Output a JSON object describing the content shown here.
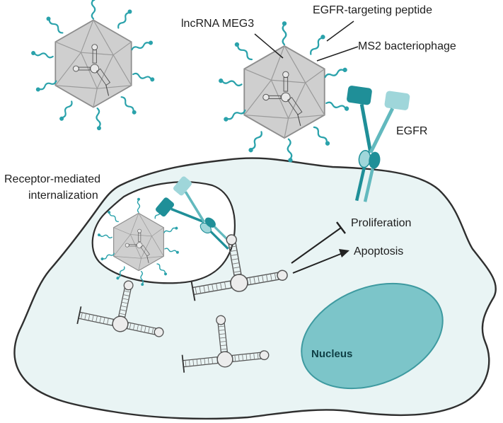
{
  "labels": {
    "lncrna": "lncRNA MEG3",
    "peptide": "EGFR-targeting peptide",
    "phage": "MS2 bacteriophage",
    "egfr": "EGFR",
    "internalization_line1": "Receptor-mediated",
    "internalization_line2": "internalization",
    "proliferation": "Proliferation",
    "apoptosis": "Apoptosis",
    "nucleus": "Nucleus"
  },
  "colors": {
    "cell_fill": "#e9f4f4",
    "cell_stroke": "#2f2f2f",
    "nucleus_fill": "#7cc5c9",
    "nucleus_stroke": "#3e9aa0",
    "capsid_fill": "#cfcfcf",
    "capsid_stroke": "#8d8d8d",
    "peptide": "#2aa2ab",
    "egfr_dark": "#1f8f98",
    "egfr_light": "#9fd6da"
  }
}
